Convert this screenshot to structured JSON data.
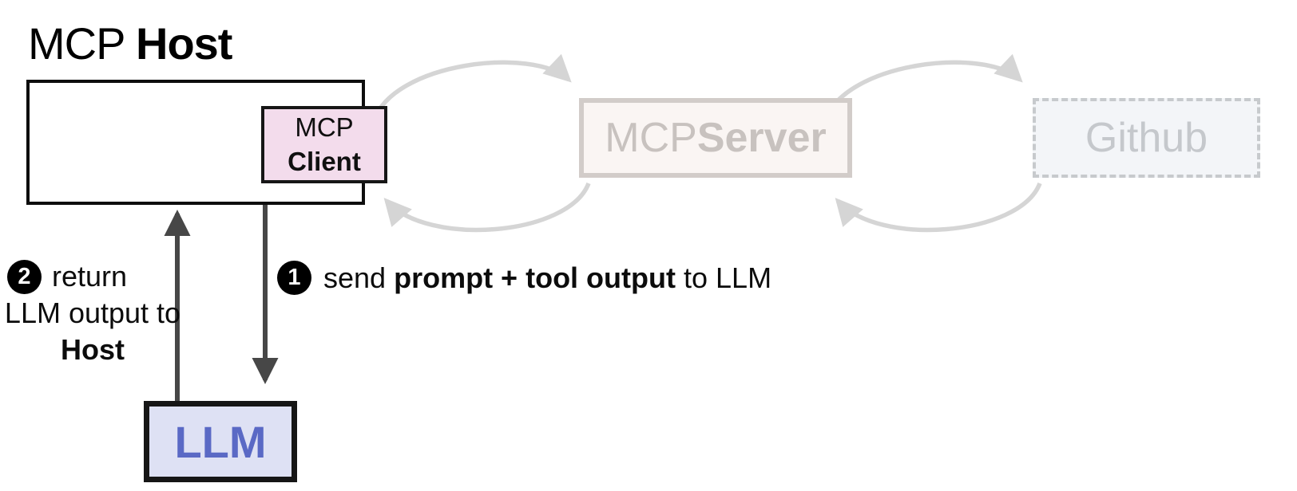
{
  "title": {
    "regular": "MCP ",
    "bold": "Host"
  },
  "boxes": {
    "client": {
      "line1": "MCP",
      "line2": "Client"
    },
    "server": {
      "regular": "MCP ",
      "bold": "Server"
    },
    "github": {
      "label": "Github"
    },
    "llm": {
      "label": "LLM"
    }
  },
  "steps": {
    "step1": {
      "number": "1",
      "pre": "send ",
      "bold": "prompt + tool output",
      "post": " to LLM"
    },
    "step2": {
      "number": "2",
      "line1": "return",
      "line2": "LLM output to",
      "line3": "Host"
    }
  },
  "arrows": {
    "client_to_server": "cycle-arrow-top",
    "server_to_client": "cycle-arrow-bottom",
    "server_to_github": "cycle-arrow-top",
    "github_to_server": "cycle-arrow-bottom",
    "send_to_llm": "straight-down-arrow",
    "return_to_host": "straight-up-arrow"
  },
  "colors": {
    "background": "#ffffff",
    "host_border": "#0d0d0d",
    "client_fill": "#f3dcec",
    "client_border": "#161616",
    "server_fill": "#faf5f3",
    "server_border": "#d2ccc9",
    "server_text": "#c8c2bf",
    "github_fill": "#f3f5f8",
    "github_border": "#c7cacd",
    "github_text": "#c5c8cc",
    "llm_fill": "#dee1f4",
    "llm_border": "#161616",
    "llm_text": "#5a69c5",
    "cycle_arrow": "#d5d5d5",
    "straight_arrow": "#474747",
    "badge_fill": "#000000",
    "badge_text": "#ffffff"
  }
}
